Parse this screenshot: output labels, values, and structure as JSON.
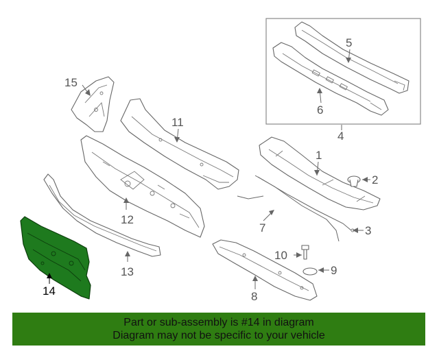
{
  "diagram": {
    "callouts": [
      {
        "id": "1",
        "label": "1"
      },
      {
        "id": "2",
        "label": "2"
      },
      {
        "id": "3",
        "label": "3"
      },
      {
        "id": "4",
        "label": "4"
      },
      {
        "id": "5",
        "label": "5"
      },
      {
        "id": "6",
        "label": "6"
      },
      {
        "id": "7",
        "label": "7"
      },
      {
        "id": "8",
        "label": "8"
      },
      {
        "id": "9",
        "label": "9"
      },
      {
        "id": "10",
        "label": "10"
      },
      {
        "id": "11",
        "label": "11"
      },
      {
        "id": "12",
        "label": "12"
      },
      {
        "id": "13",
        "label": "13"
      },
      {
        "id": "14",
        "label": "14"
      },
      {
        "id": "15",
        "label": "15"
      }
    ],
    "highlighted_part": "14",
    "highlight_color": "#1e7a1e"
  },
  "banner": {
    "line1": "Part or sub-assembly is #14 in diagram",
    "line2": "Diagram may not be specific to your vehicle",
    "background": "#2f7d12"
  }
}
